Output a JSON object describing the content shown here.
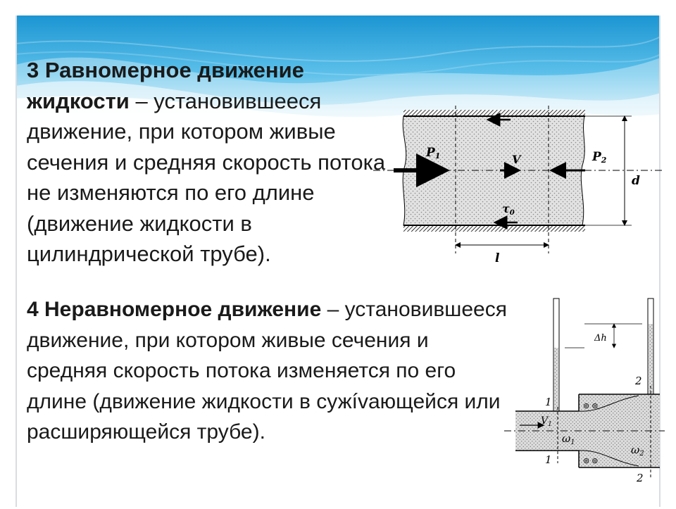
{
  "block1": {
    "title_bold": "3 Равномерное движение жидкости",
    "rest": " – установившееся движение, при котором живые сечения и средняя скорость потока не изменяются по его длине (движение жидкости в цилиндрической трубе)."
  },
  "block2": {
    "title_bold": "4 Неравномерное движение",
    "rest": " – установившееся движение, при котором живые сечения и средняя скорость потока изменяется по его длине (движение жидкости в сужívающейся или расширяющейся трубе)."
  },
  "figure1": {
    "p1": "P",
    "p1_sub": "1",
    "p2": "P",
    "p2_sub": "2",
    "v": "V",
    "tau": "τ",
    "tau_sub": "0",
    "d": "d",
    "l": "l"
  },
  "figure2": {
    "dh": "Δh",
    "one_top": "1",
    "one_bottom": "1",
    "two_top": "2",
    "two_bottom": "2",
    "v": "V",
    "v_sub": "1",
    "w1": "ω",
    "w1_sub": "1",
    "w2": "ω",
    "w2_sub": "2"
  },
  "colors": {
    "header_top": "#1f9fd8",
    "header_bottom": "#bfe6f6",
    "text": "#1a1a1a"
  }
}
